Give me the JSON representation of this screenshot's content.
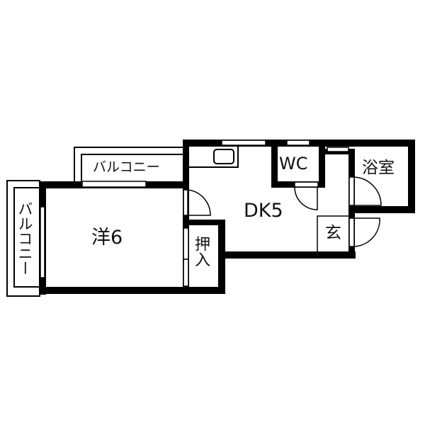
{
  "floor_plan": {
    "rooms": [
      {
        "id": "western-room",
        "label": "洋6"
      },
      {
        "id": "dining-kitchen",
        "label": "DK5"
      },
      {
        "id": "toilet",
        "label": "WC"
      },
      {
        "id": "bathroom",
        "label": "浴室"
      },
      {
        "id": "entrance",
        "label": "玄"
      },
      {
        "id": "closet",
        "label": "押入"
      }
    ],
    "balconies": [
      {
        "id": "balcony-top",
        "label": "バルコニー"
      },
      {
        "id": "balcony-left",
        "label": "バルコニー"
      }
    ],
    "colors": {
      "wall": "#000000",
      "background": "#ffffff",
      "text": "#111111"
    }
  }
}
